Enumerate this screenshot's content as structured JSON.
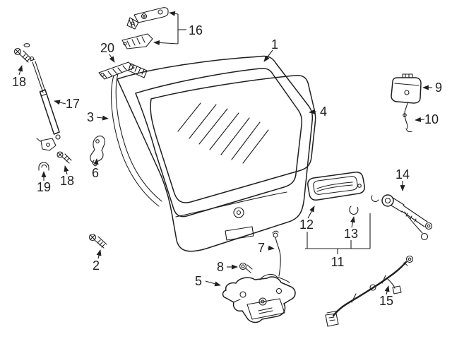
{
  "figure": {
    "background_color": "#ffffff",
    "line_color": "#1f1f1f"
  },
  "callouts": {
    "n1": "1",
    "n2": "2",
    "n3": "3",
    "n4": "4",
    "n5": "5",
    "n6": "6",
    "n7": "7",
    "n8": "8",
    "n9": "9",
    "n10": "10",
    "n11": "11",
    "n12": "12",
    "n13": "13",
    "n14": "14",
    "n15": "15",
    "n16": "16",
    "n17": "17",
    "n18_left": "18",
    "n18_mid": "18",
    "n19": "19",
    "n20": "20"
  }
}
